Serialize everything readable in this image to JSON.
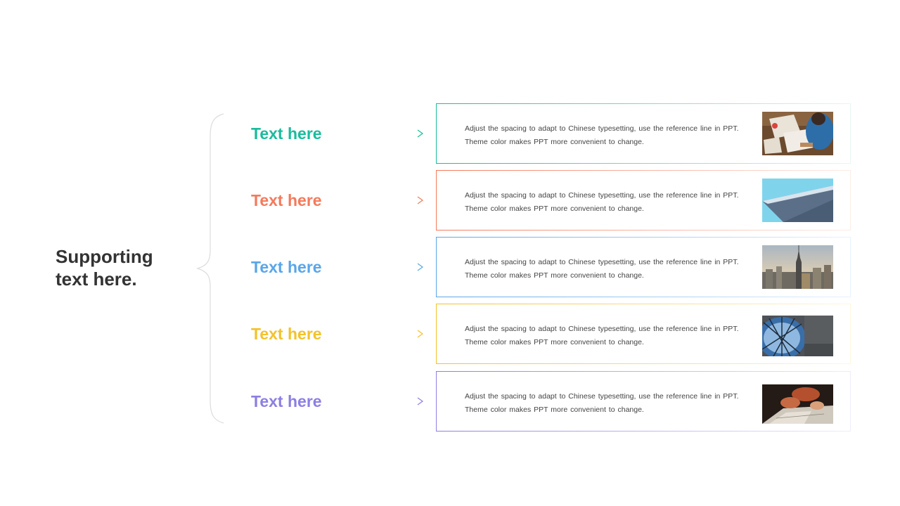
{
  "supporting_text": "Supporting text here.",
  "items": [
    {
      "label": "Text here",
      "color": "#1abc9c",
      "fade": "#e6f7f3",
      "desc_line1": "Adjust the spacing to adapt to Chinese typesetting, use the reference line in PPT.",
      "desc_line2": "Theme color makes PPT more convenient to change.",
      "image": "team-working-on-documents-photo"
    },
    {
      "label": "Text here",
      "color": "#f47a5c",
      "fade": "#fdece8",
      "desc_line1": "Adjust the spacing to adapt to Chinese typesetting, use the reference line in PPT.",
      "desc_line2": "Theme color makes PPT more convenient to change.",
      "image": "building-roof-sky-photo"
    },
    {
      "label": "Text here",
      "color": "#5aa6e8",
      "fade": "#e8f2fc",
      "desc_line1": "Adjust the spacing to adapt to Chinese typesetting, use the reference line in PPT.",
      "desc_line2": "Theme color makes PPT more convenient to change.",
      "image": "city-skyline-photo"
    },
    {
      "label": "Text here",
      "color": "#f3c22d",
      "fade": "#fdf6df",
      "desc_line1": "Adjust the spacing to adapt to Chinese typesetting, use the reference line in PPT.",
      "desc_line2": "Theme color makes PPT more convenient to change.",
      "image": "glass-dome-architecture-photo"
    },
    {
      "label": "Text here",
      "color": "#8c7fe3",
      "fade": "#efedfb",
      "desc_line1": "Adjust the spacing to adapt to Chinese typesetting, use the reference line in PPT.",
      "desc_line2": "Theme color makes PPT more convenient to change.",
      "image": "hands-drawing-plans-photo"
    }
  ]
}
